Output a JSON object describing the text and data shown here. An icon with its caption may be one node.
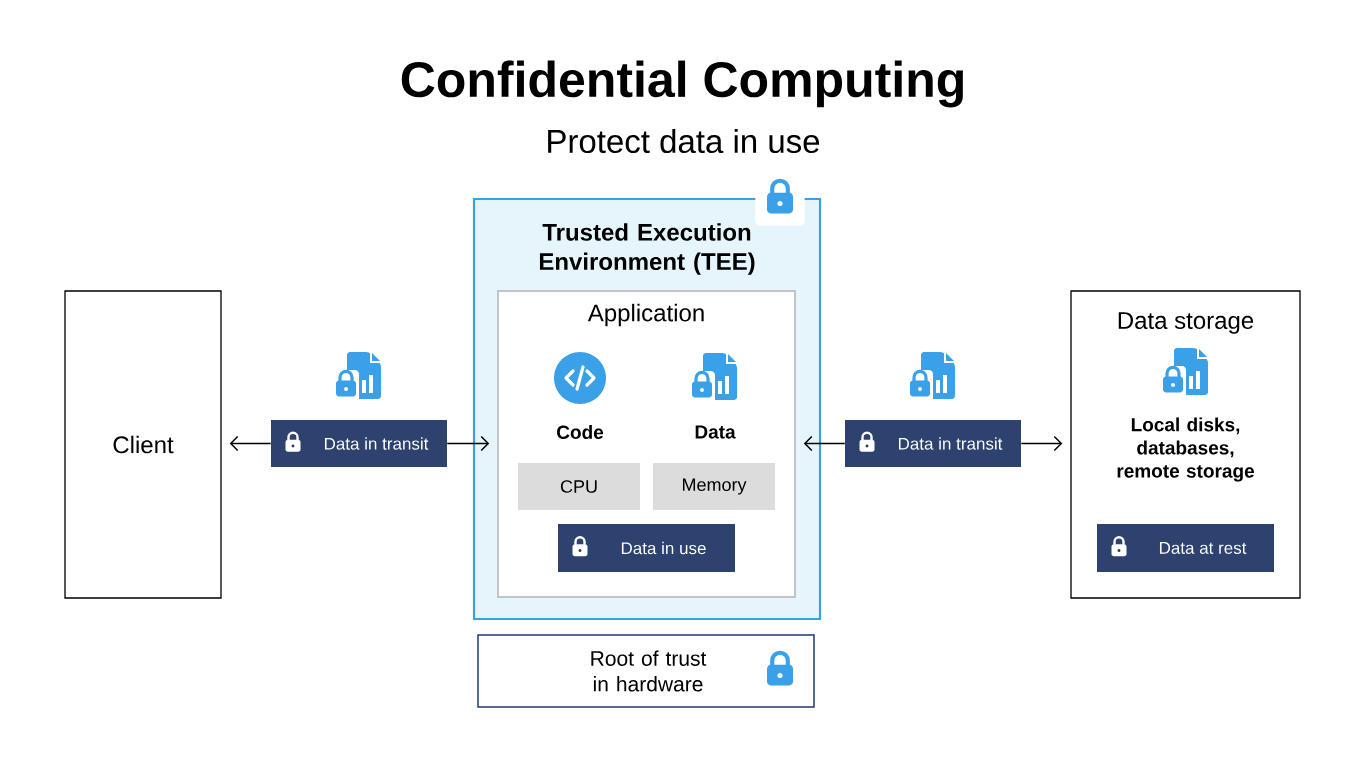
{
  "diagram": {
    "title": "Confidential Computing",
    "nodes": [
      {
        "text": [
          "Client"
        ]
      },
      {
        "text": [
          "Data in transit"
        ]
      },
      {
        "text": [
          "Trusted Execution Environment (TEE)"
        ]
      },
      {
        "text": [
          "Application"
        ],
        "in": 2
      },
      {
        "text": [
          "CPU"
        ],
        "in": 3
      },
      {
        "text": [
          "Memory"
        ],
        "in": 3
      },
      {
        "text": [
          "Data in use"
        ],
        "in": 3
      },
      {
        "text": [
          "Data in transit"
        ]
      },
      {
        "text": [
          "Data storage",
          "Local disks, databases, remote storage"
        ]
      },
      {
        "text": [
          "Data at rest"
        ],
        "in": 8
      },
      {
        "text": [
          "Root of trust in hardware"
        ]
      }
    ],
    "edges": [
      {
        "from": 1,
        "to": 0,
        "arrow": "to"
      },
      {
        "from": 1,
        "to": 3,
        "arrow": "to"
      },
      {
        "from": 7,
        "to": 3,
        "arrow": "to"
      },
      {
        "from": 7,
        "to": 8,
        "arrow": "to"
      }
    ],
    "labels": [
      "Protect data in use",
      "Code",
      "Data"
    ]
  }
}
